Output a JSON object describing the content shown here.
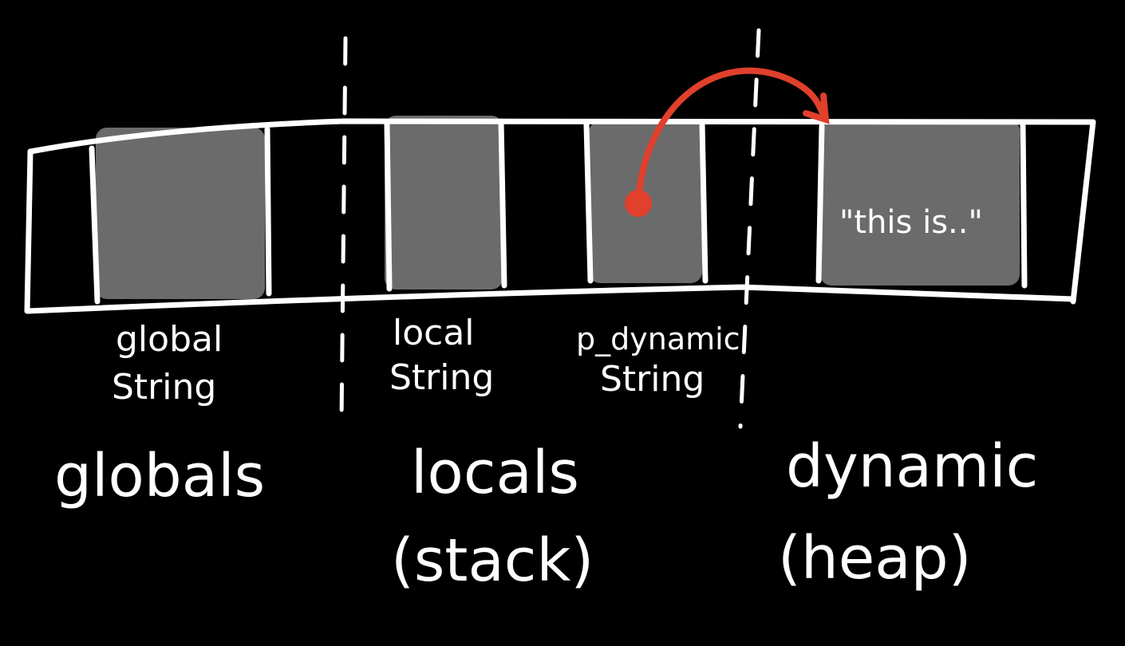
{
  "colors": {
    "background": "#000000",
    "stroke": "#ffffff",
    "cell_fill": "#6b6b6b",
    "pointer": "#e0402c"
  },
  "cells": {
    "global_label_line1": "global",
    "global_label_line2": "String",
    "local_label_line1": "local",
    "local_label_line2": "String",
    "pdynamic_label_line1": "p_dynamic",
    "pdynamic_label_line2": "String",
    "heap_content": "\"this is..\""
  },
  "regions": {
    "globals": "globals",
    "locals_line1": "locals",
    "locals_line2": "(stack)",
    "dynamic_line1": "dynamic",
    "dynamic_line2": "(heap)"
  }
}
